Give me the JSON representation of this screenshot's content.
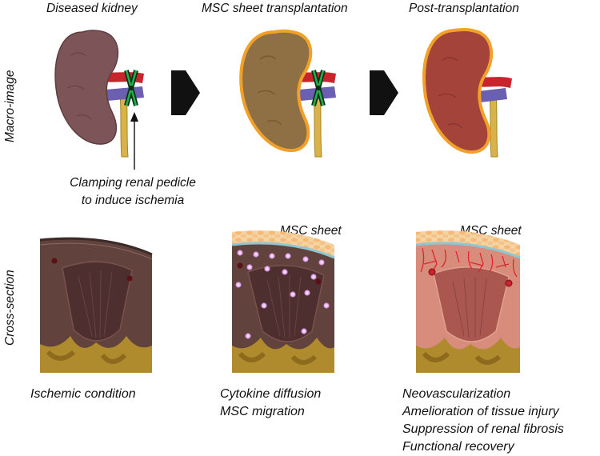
{
  "stages": [
    "Diseased kidney",
    "MSC sheet transplantation",
    "Post-transplantation"
  ],
  "row_labels": [
    "Macro-image",
    "Cross-section"
  ],
  "annotation": [
    "Clamping renal pedicle",
    "to induce ischemia"
  ],
  "sheet_label": "MSC sheet",
  "captions": {
    "left": [
      "Ischemic condition"
    ],
    "middle": [
      "Cytokine diffusion",
      "MSC migration"
    ],
    "right": [
      "Neovascularization",
      "Amelioration of tissue injury",
      "Suppression of renal fibrosis",
      "Functional recovery"
    ]
  },
  "colors": {
    "diseased_kidney": "#7d5558",
    "sheet_kidney": "#8e7044",
    "healthy_kidney": "#a4433a",
    "sheet_outline": "#f1a12a",
    "artery": "#c8242c",
    "vein": "#6a5fb0",
    "ureter": "#d9b24a",
    "clamp": "#22b14c",
    "msc_cell": "#e2a8ea",
    "new_vessel": "#e0242c",
    "arrow": "#111111"
  },
  "icons": [
    "clamp-icon",
    "kidney-icon",
    "process-arrow-icon",
    "msc-cell-icon"
  ]
}
